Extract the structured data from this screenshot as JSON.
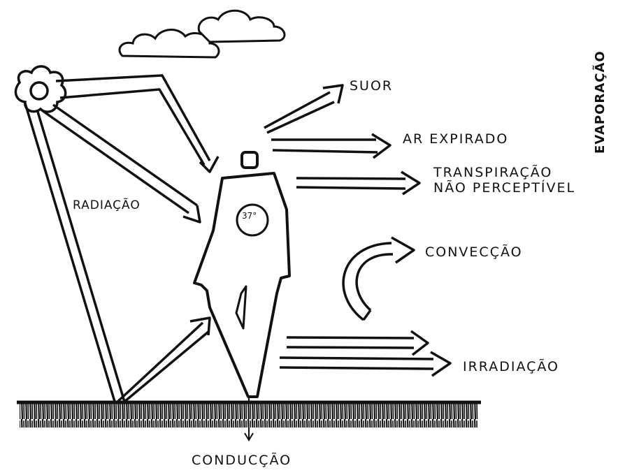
{
  "labels": {
    "evaporation": "EVAPORAÇÃO",
    "sweat": "SUOR",
    "exhaled_air": "AR EXPIRADO",
    "insensible_line1": "TRANSPIRAÇÃO",
    "insensible_line2": "NÃO PERCEPTÍVEL",
    "convection": "CONVECÇÃO",
    "irradiation": "IRRADIAÇÃO",
    "radiation": "RADIAÇÃO",
    "conduction": "CONDUCÇÃO",
    "body_temperature": "37°"
  },
  "icons": [
    "cloud-icon",
    "sun-icon",
    "human-figure-icon",
    "ground-icon"
  ],
  "colors": {
    "ink": "#111111",
    "paper": "#ffffff"
  }
}
